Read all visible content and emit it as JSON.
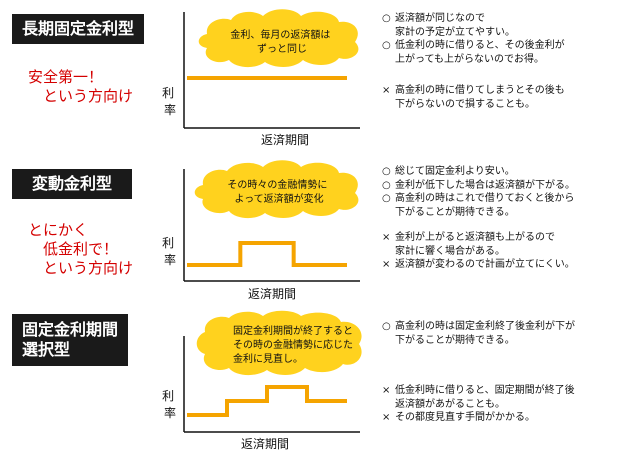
{
  "colors": {
    "line": "#f5a400",
    "cloud": "#ffd21e",
    "axis": "#111111",
    "title_bg": "#1a1a1a",
    "slogan": "#d40000"
  },
  "sections": [
    {
      "title": "長期固定金利型",
      "slogan": "安全第一！\n　という方向け",
      "ylabel": "利\n率",
      "xlabel": "返済期間",
      "cloud_text": "金利、毎月の返済額は\nずっと同じ",
      "rate_profile": [
        1,
        1,
        1
      ],
      "notes_good": [
        {
          "mark": "○",
          "text": "返済額が同じなので\n家計の予定が立てやすい。"
        },
        {
          "mark": "○",
          "text": "低金利の時に借りると、その後金利が\n上がっても上がらないのでお得。"
        }
      ],
      "notes_bad": [
        {
          "mark": "×",
          "text": "高金利の時に借りてしまうとその後も\n下がらないので損することも。"
        }
      ]
    },
    {
      "title": "変動金利型",
      "slogan": "とにかく\n　低金利で！\n　という方向け",
      "ylabel": "利\n率",
      "xlabel": "返済期間",
      "cloud_text": "その時々の金融情勢に\nよって返済額が変化",
      "rate_profile": [
        1,
        2,
        1
      ],
      "notes_good": [
        {
          "mark": "○",
          "text": "総じて固定金利より安い。"
        },
        {
          "mark": "○",
          "text": "金利が低下した場合は返済額が下がる。"
        },
        {
          "mark": "○",
          "text": "高金利の時はこれで借りておくと後から\n下がることが期待できる。"
        }
      ],
      "notes_bad": [
        {
          "mark": "×",
          "text": "金利が上がると返済額も上がるので\n家計に響く場合がある。"
        },
        {
          "mark": "×",
          "text": "返済額が変わるので計画が立てにくい。"
        }
      ]
    },
    {
      "title": "固定金利期間\n選択型",
      "slogan": "",
      "ylabel": "利\n率",
      "xlabel": "返済期間",
      "cloud_text": "固定金利期間が終了すると\nその時の金融情勢に応じた\n金利に見直し。",
      "rate_profile": [
        1,
        2,
        3,
        2
      ],
      "notes_good": [
        {
          "mark": "○",
          "text": "高金利の時は固定金利終了後金利が下が\n下がることが期待できる。"
        }
      ],
      "notes_bad": [
        {
          "mark": "×",
          "text": "低金利時に借りると、固定期間が終了後\n返済額があがることも。"
        },
        {
          "mark": "×",
          "text": "その都度見直す手間がかかる。"
        }
      ]
    }
  ]
}
